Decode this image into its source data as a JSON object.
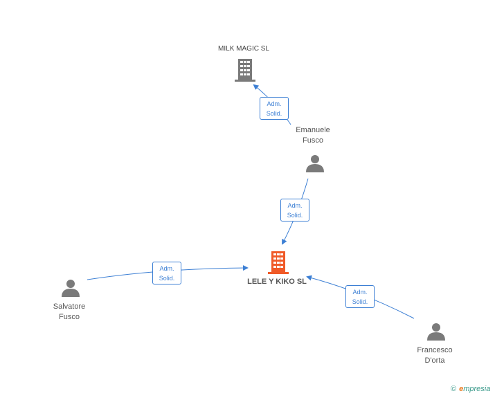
{
  "nodes": {
    "milk_magic": {
      "label": "MILK MAGIC SL"
    },
    "lele_kiko": {
      "label": "LELE Y KIKO SL"
    },
    "emanuele": {
      "line1": "Emanuele",
      "line2": "Fusco"
    },
    "salvatore": {
      "line1": "Salvatore",
      "line2": "Fusco"
    },
    "francesco": {
      "line1": "Francesco",
      "line2": "D'orta"
    }
  },
  "edges": [
    {
      "id": "emanuele-to-milk",
      "line1": "Adm.",
      "line2": "Solid."
    },
    {
      "id": "emanuele-to-lele",
      "line1": "Adm.",
      "line2": "Solid."
    },
    {
      "id": "salvatore-to-lele",
      "line1": "Adm.",
      "line2": "Solid."
    },
    {
      "id": "francesco-to-lele",
      "line1": "Adm.",
      "line2": "Solid."
    }
  ],
  "branding": {
    "copyright": "©",
    "name_initial": "e",
    "name_rest": "mpresia"
  },
  "colors": {
    "edge": "#3c7fd4",
    "company": "#7a7a7a",
    "focus_company": "#f05a28",
    "person": "#7a7a7a"
  }
}
